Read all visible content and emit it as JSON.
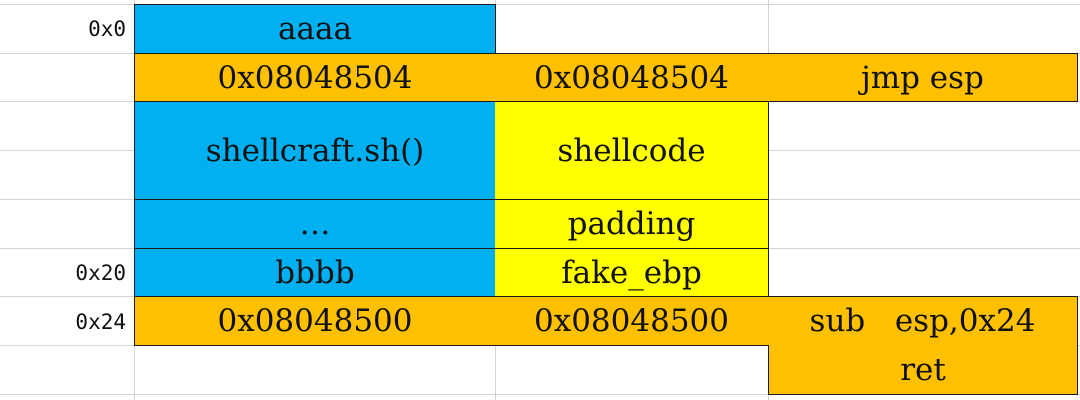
{
  "offsets": {
    "row0": "0x0",
    "row5": "0x20",
    "row6": "0x24"
  },
  "col_payload": {
    "aaaa": "aaaa",
    "addr1": "0x08048504",
    "shellcraft": "shellcraft.sh()",
    "dots": "…",
    "bbbb": "bbbb",
    "addr2": "0x08048500"
  },
  "col_stack": {
    "addr1": "0x08048504",
    "shellcode": "shellcode",
    "padding": "padding",
    "fake_ebp": "fake_ebp",
    "addr2": "0x08048500"
  },
  "col_instr": {
    "jmp": "jmp esp",
    "sub": "sub   esp,0x24",
    "ret": "ret"
  },
  "colors": {
    "blue": "#00b0f0",
    "orange": "#ffc000",
    "yellow": "#ffff00",
    "gridline": "#d4d4d4"
  }
}
